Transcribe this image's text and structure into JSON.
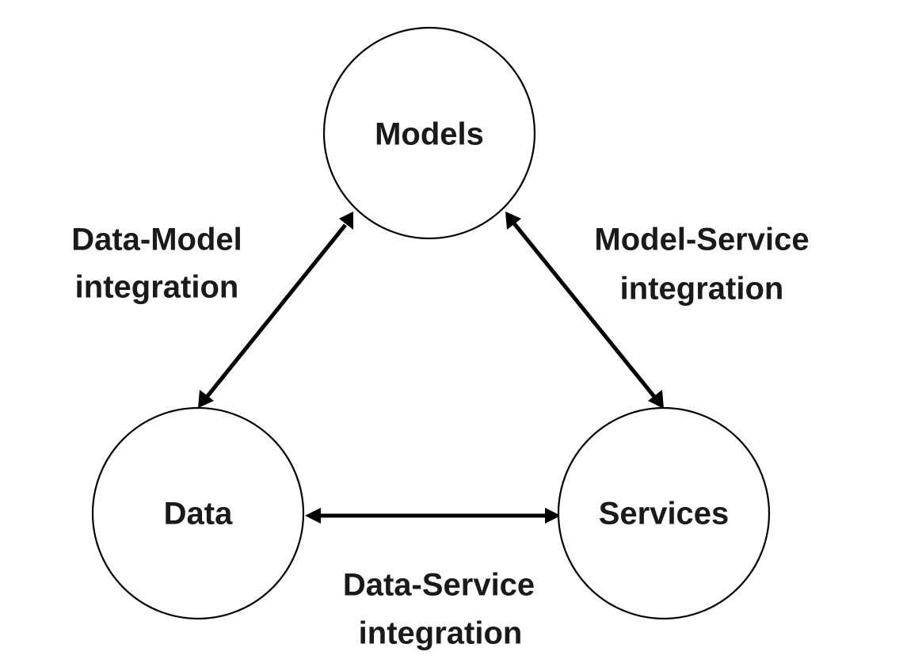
{
  "nodes": {
    "models": {
      "label": "Models"
    },
    "data": {
      "label": "Data"
    },
    "services": {
      "label": "Services"
    }
  },
  "edges": {
    "data_model": {
      "line1": "Data-Model",
      "line2": "integration"
    },
    "model_service": {
      "line1": "Model-Service",
      "line2": "integration"
    },
    "data_service": {
      "line1": "Data-Service",
      "line2": "integration"
    }
  },
  "colors": {
    "stroke": "#000000",
    "text": "#1a1a1a",
    "background": "#ffffff"
  }
}
